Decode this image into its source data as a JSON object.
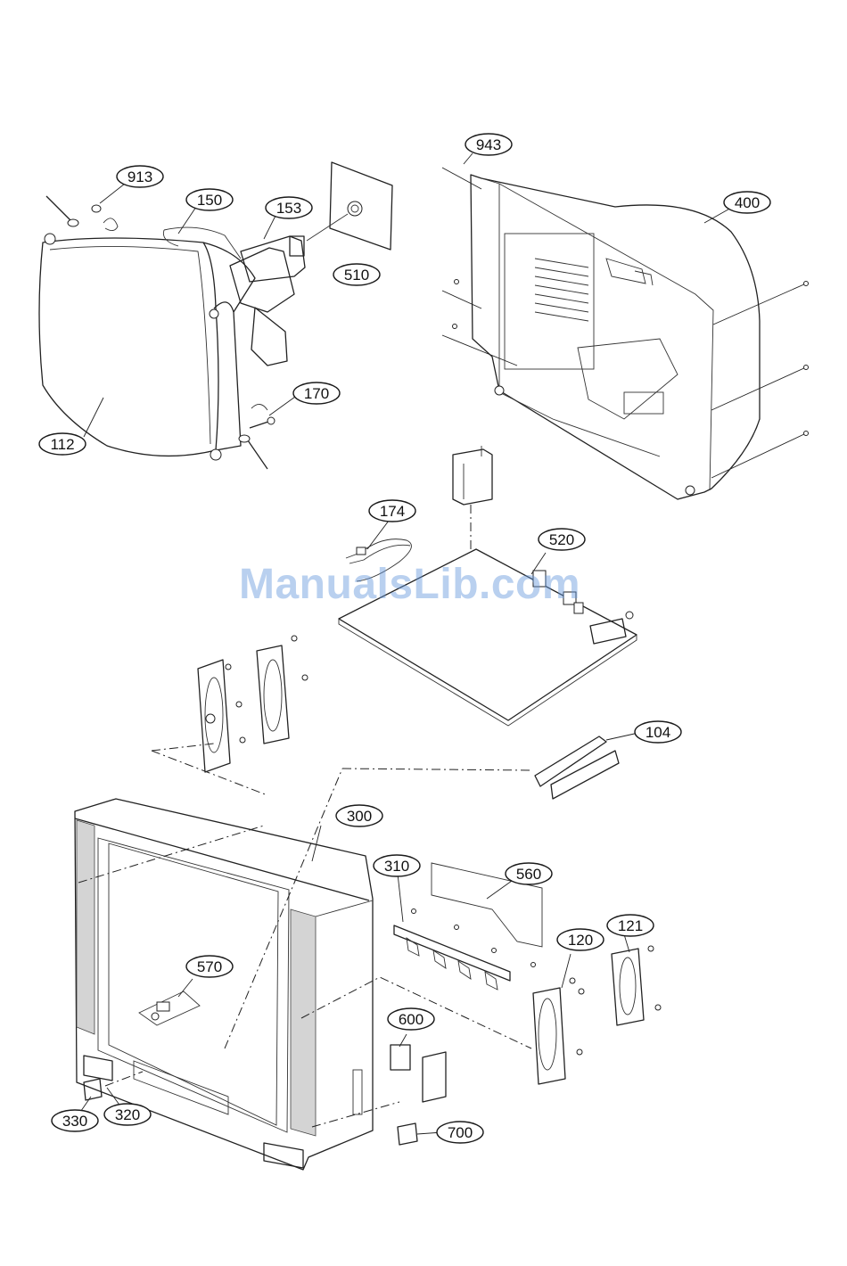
{
  "watermark": "ManualsLib.com",
  "callouts": [
    "913",
    "150",
    "153",
    "510",
    "170",
    "112",
    "943",
    "400",
    "174",
    "520",
    "104",
    "300",
    "310",
    "560",
    "120",
    "121",
    "570",
    "600",
    "330",
    "320",
    "700"
  ],
  "colors": {
    "line": "#222222",
    "shade": "#d4d4d4",
    "watermark": "#6496dc"
  }
}
